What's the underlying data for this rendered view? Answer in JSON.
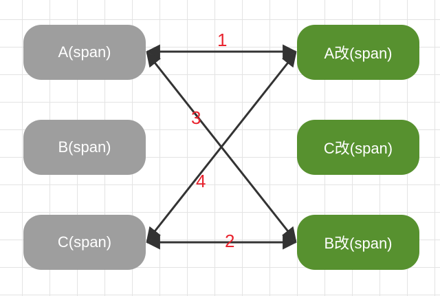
{
  "nodes": {
    "a_span": "A(span)",
    "b_span": "B(span)",
    "c_span": "C(span)",
    "a_changed_span": "A改(span)",
    "c_changed_span": "C改(span)",
    "b_changed_span": "B改(span)"
  },
  "edge_labels": {
    "edge_1": "1",
    "edge_2": "2",
    "edge_3": "3",
    "edge_4": "4"
  },
  "colors": {
    "old_node": "#9e9e9e",
    "new_node": "#57912f",
    "arrow": "#333333",
    "label": "#e8232e"
  }
}
